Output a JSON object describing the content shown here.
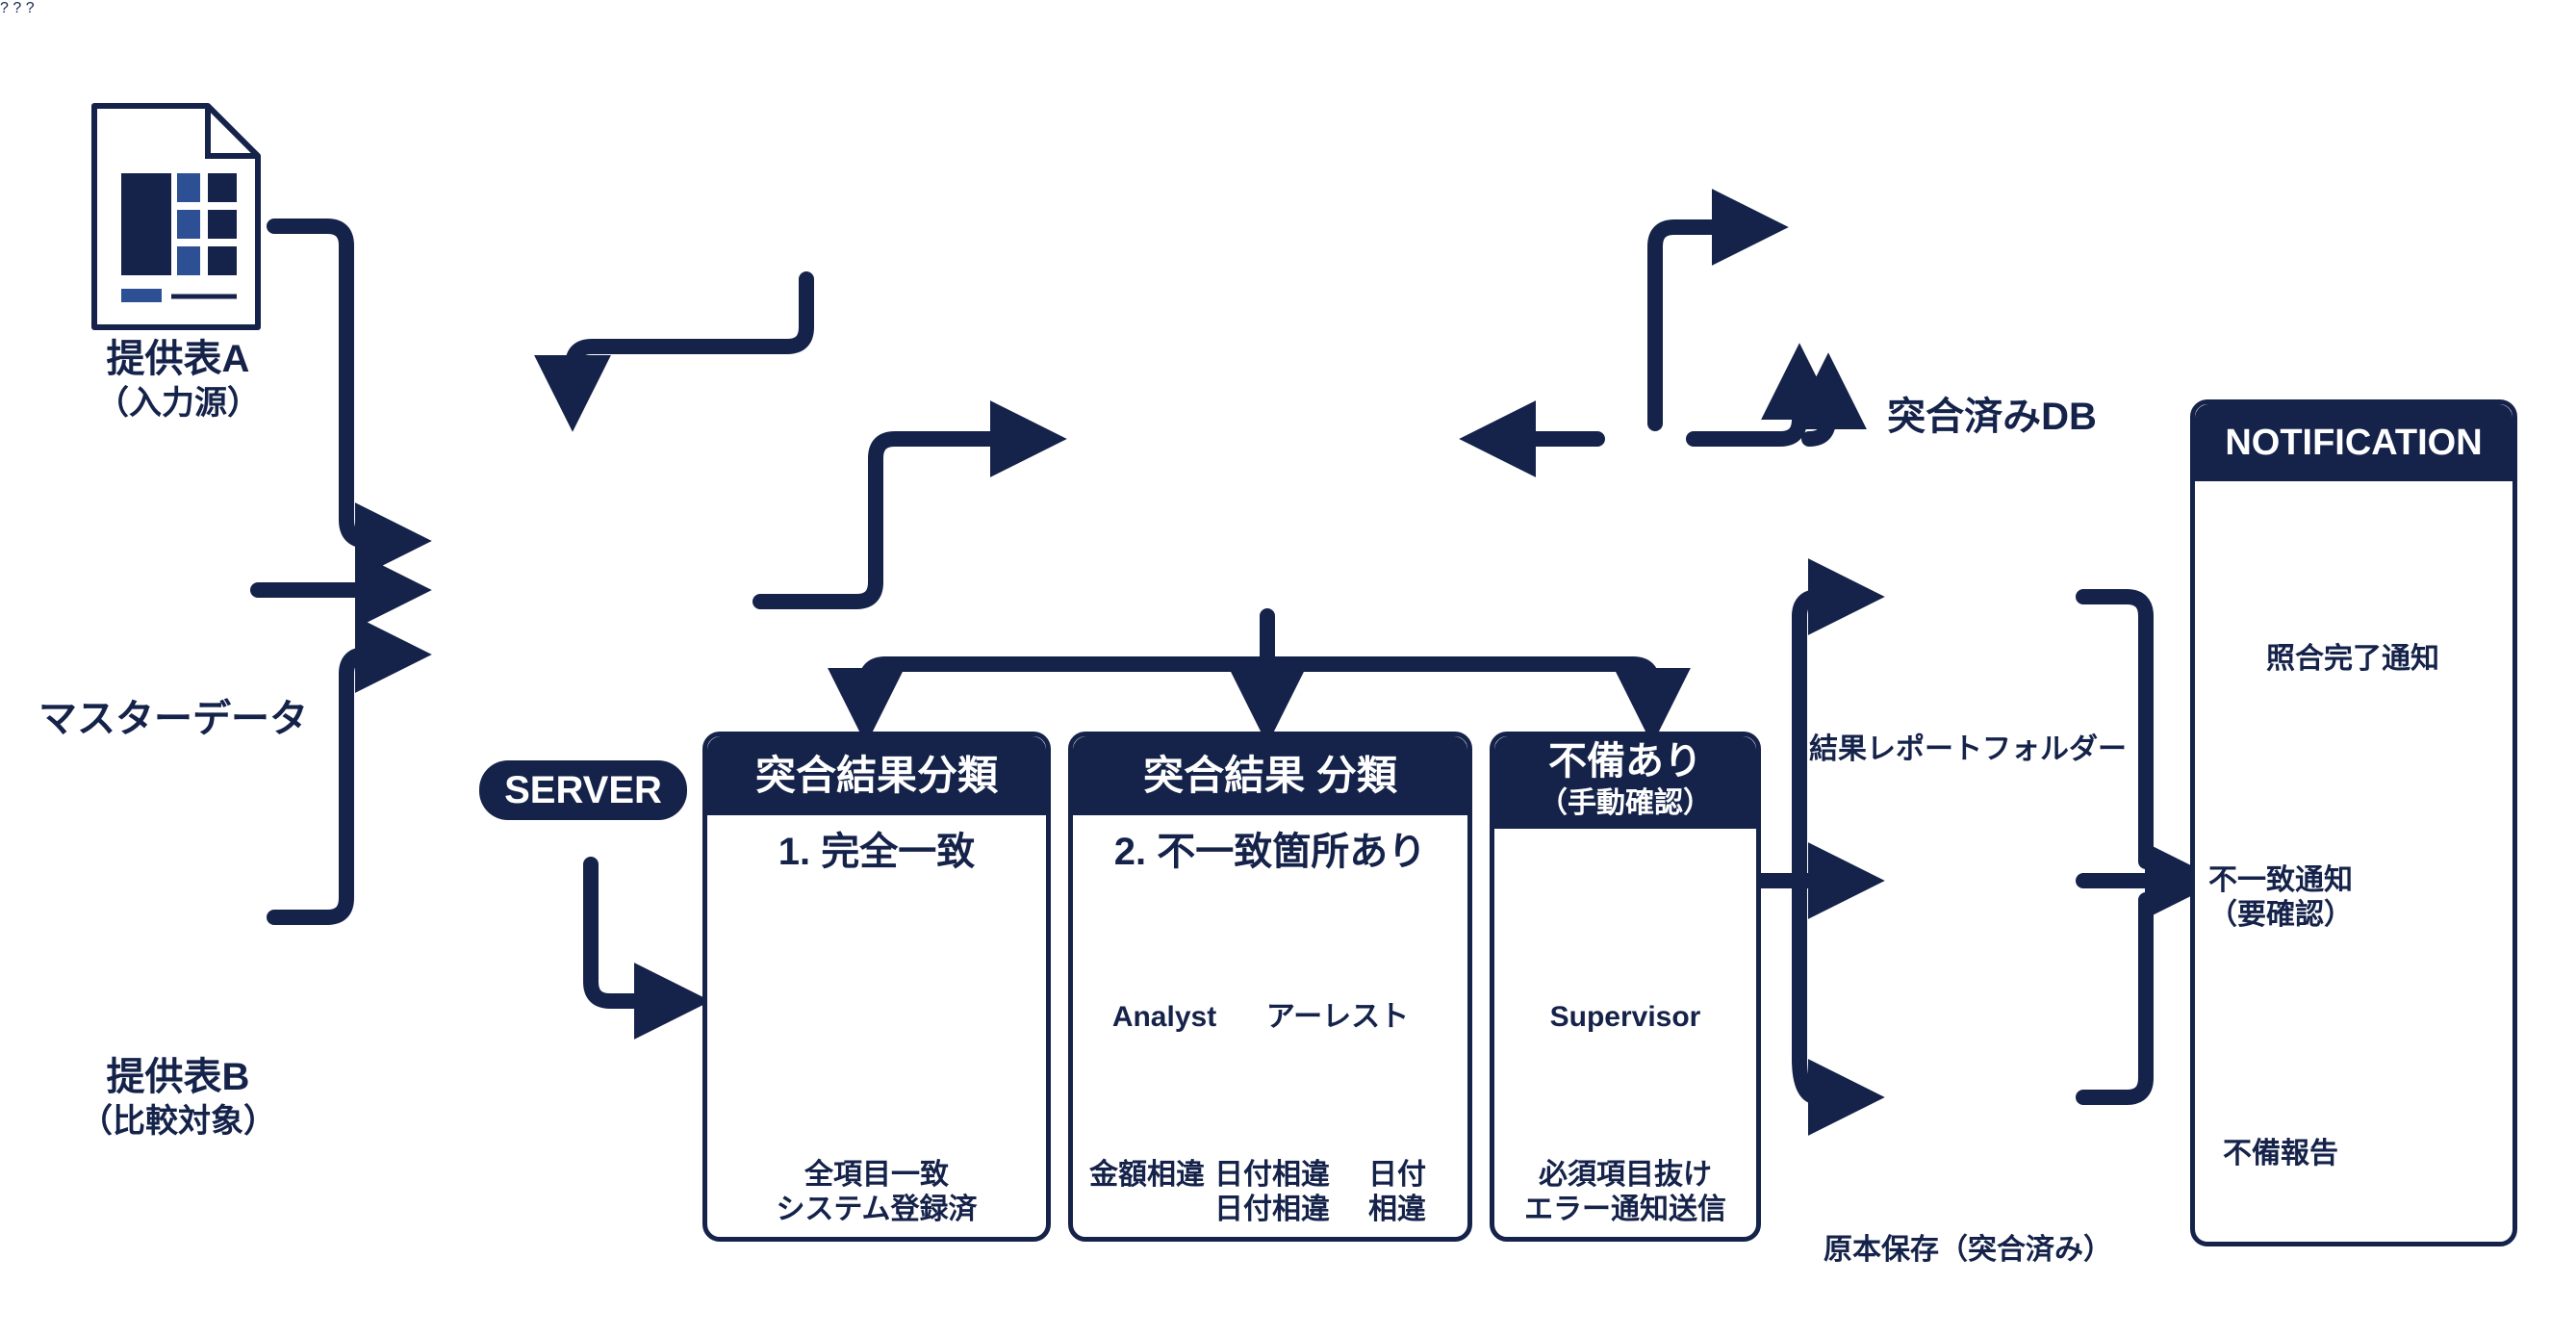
{
  "sources": {
    "source_a_title": "提供表A",
    "source_a_sub": "（入力源）",
    "master_title": "マスターデータ",
    "source_b_title": "提供表B",
    "source_b_sub": "（比較対象）"
  },
  "server": {
    "label": "SERVER"
  },
  "database": {
    "label": "突合済みDB"
  },
  "panels": {
    "panel1": {
      "header": "突合結果分類",
      "subtitle": "1. 完全一致",
      "caption_line1": "全項目一致",
      "caption_line2": "システム登録済"
    },
    "panel2": {
      "header": "突合結果 分類",
      "subtitle": "2. 不一致箇所あり",
      "person_left": "Analyst",
      "person_right": "アーレスト",
      "doc1_line1": "金額相違",
      "doc2_line1": "日付相違",
      "doc2_line2": "日付相違",
      "doc3_line1": "日付",
      "doc3_line2": "相違"
    },
    "panel3": {
      "header_line1": "不備あり",
      "header_line2": "（手動確認）",
      "person": "Supervisor",
      "caption_line1": "必須項目抜け",
      "caption_line2": "エラー通知送信"
    }
  },
  "outputs": {
    "report_folder": "結果レポートフォルダー",
    "archive": "原本保存（突合済み）"
  },
  "notification": {
    "header": "NOTIFICATION",
    "item1": "照合完了通知",
    "item2_line1": "不一致通知",
    "item2_line2": "（要確認）",
    "item3": "不備報告"
  },
  "colors": {
    "navy": "#15234a",
    "accent_blue": "#2d4f94",
    "light_gray": "#eef0f4",
    "white": "#ffffff"
  },
  "icons": [
    "document-icon",
    "database-icon",
    "server-icon",
    "gear-icon",
    "puzzle-icon",
    "magnifier-chart-icon",
    "flowchart-icon",
    "monitor-folder-icon",
    "checkmark-icon",
    "person-icon",
    "speech-bubble-icon",
    "question-doc-icon",
    "error-x-icon",
    "binder-icon",
    "envelope-icon",
    "smartphone-icon"
  ]
}
